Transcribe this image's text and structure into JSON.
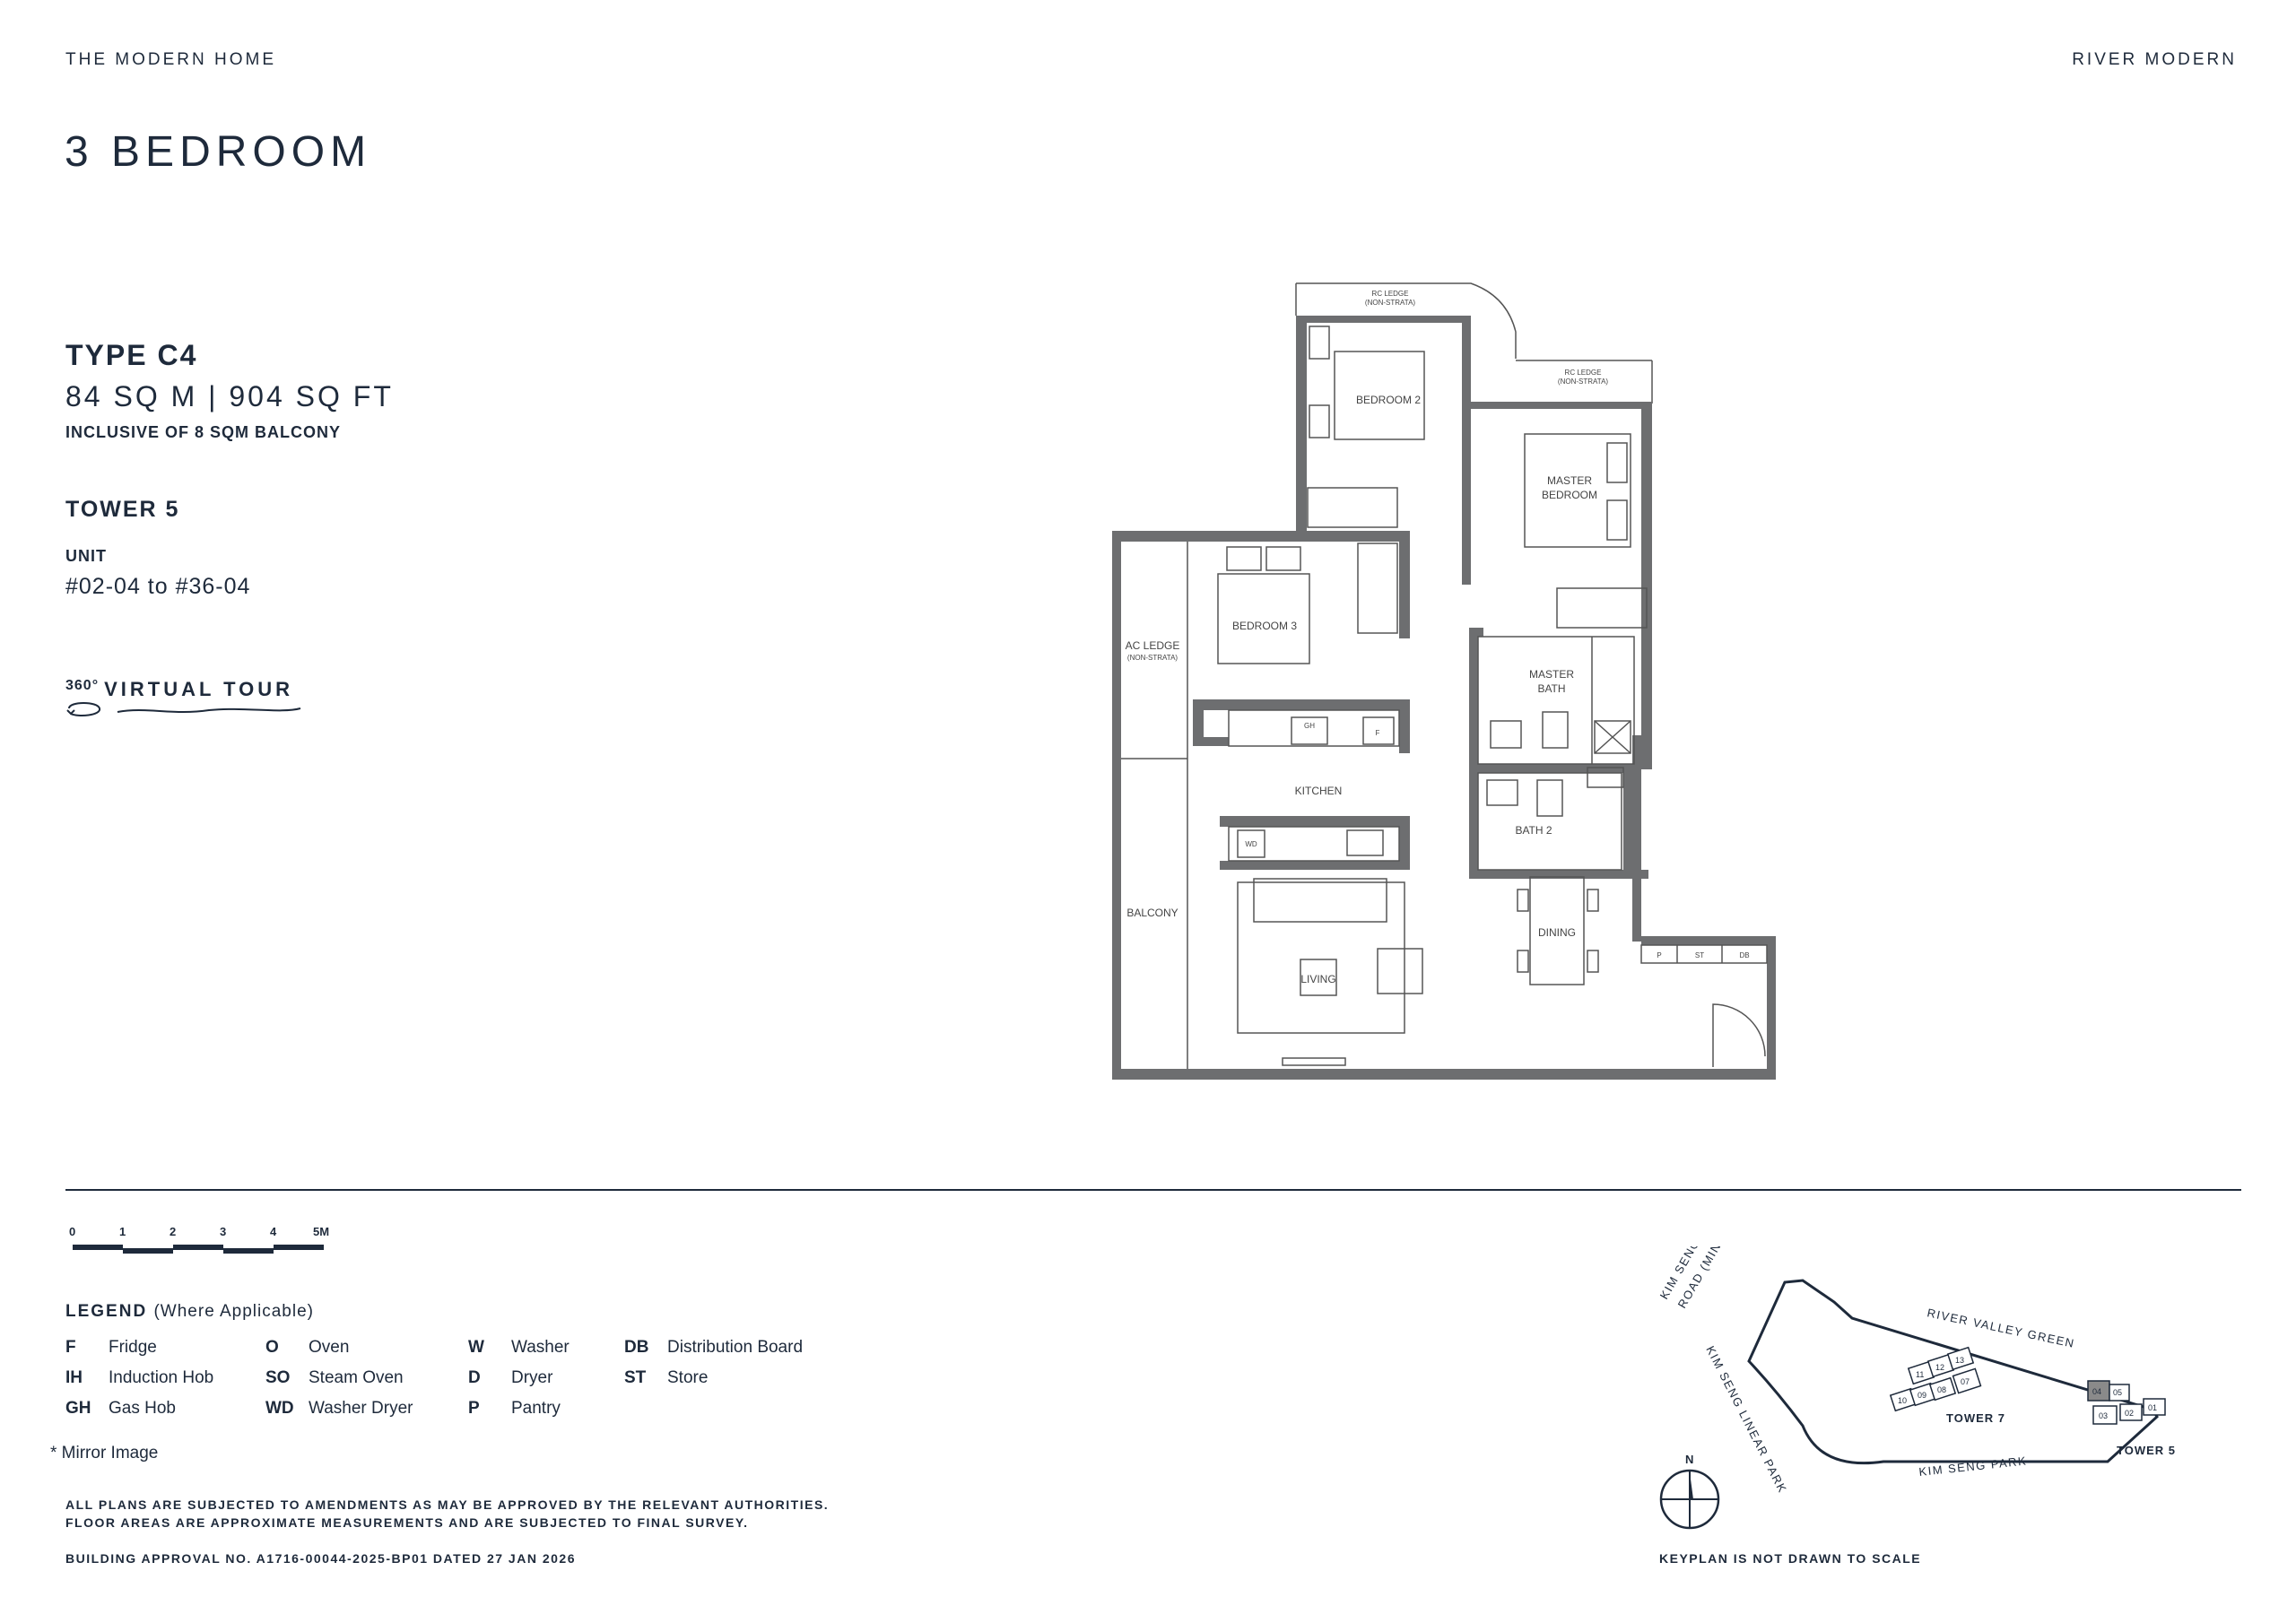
{
  "header": {
    "left_brand": "THE MODERN HOME",
    "right_brand": "RIVER MODERN"
  },
  "page_title": "3 BEDROOM",
  "unit_type": {
    "type": "TYPE C4",
    "area": "84 SQ M | 904 SQ FT",
    "note": "INCLUSIVE OF 8 SQM BALCONY",
    "tower": "TOWER 5",
    "unit_label": "UNIT",
    "unit_range": "#02-04 to #36-04"
  },
  "virtual_tour": {
    "degree": "360°",
    "label": "VIRTUAL TOUR"
  },
  "floor_plan": {
    "rooms": {
      "rc_ledge_1": "RC LEDGE",
      "rc_ledge_1_sub": "(NON-STRATA)",
      "rc_ledge_2": "RC LEDGE",
      "rc_ledge_2_sub": "(NON-STRATA)",
      "bedroom2": "BEDROOM 2",
      "master_bedroom_1": "MASTER",
      "master_bedroom_2": "BEDROOM",
      "bedroom3": "BEDROOM 3",
      "ac_ledge": "AC LEDGE",
      "ac_ledge_sub": "(NON-STRATA)",
      "master_bath_1": "MASTER",
      "master_bath_2": "BATH",
      "kitchen": "KITCHEN",
      "bath2": "BATH 2",
      "balcony": "BALCONY",
      "dining": "DINING",
      "living": "LIVING",
      "p": "P",
      "st": "ST",
      "db": "DB",
      "f": "F",
      "gh": "GH",
      "wd": "WD"
    }
  },
  "scale": {
    "ticks": [
      "0",
      "1",
      "2",
      "3",
      "4",
      "5M"
    ]
  },
  "legend": {
    "title": "LEGEND",
    "subtitle": "(Where Applicable)",
    "items": [
      {
        "code": "F",
        "label": "Fridge"
      },
      {
        "code": "IH",
        "label": "Induction Hob"
      },
      {
        "code": "GH",
        "label": "Gas Hob"
      },
      {
        "code": "O",
        "label": "Oven"
      },
      {
        "code": "SO",
        "label": "Steam Oven"
      },
      {
        "code": "WD",
        "label": "Washer Dryer"
      },
      {
        "code": "W",
        "label": "Washer"
      },
      {
        "code": "D",
        "label": "Dryer"
      },
      {
        "code": "P",
        "label": "Pantry"
      },
      {
        "code": "DB",
        "label": "Distribution Board"
      },
      {
        "code": "ST",
        "label": "Store"
      }
    ],
    "mirror_note": "* Mirror Image"
  },
  "disclaimer": {
    "line1": "ALL PLANS ARE SUBJECTED TO AMENDMENTS AS MAY BE APPROVED BY THE RELEVANT AUTHORITIES.",
    "line2": "FLOOR AREAS ARE APPROXIMATE MEASUREMENTS AND ARE SUBJECTED TO FINAL SURVEY.",
    "approval": "BUILDING APPROVAL NO. A1716-00044-2025-BP01 DATED 27 JAN 2026"
  },
  "keyplan": {
    "road1": "KIM SENG",
    "road2": "ROAD (MINOR)",
    "park_linear": "KIM SENG LINEAR PARK",
    "river_valley": "RIVER VALLEY GREEN",
    "kim_seng_park": "KIM SENG PARK",
    "tower7": "TOWER 7",
    "tower5": "TOWER 5",
    "north": "N",
    "note": "KEYPLAN IS NOT DRAWN TO SCALE",
    "stack_labels": [
      "11",
      "12",
      "13",
      "10",
      "09",
      "08",
      "07",
      "04",
      "05",
      "03",
      "02",
      "01"
    ]
  },
  "colors": {
    "text": "#1e2a3b",
    "wall": "#6d6e70",
    "highlight": "#8a8a8a"
  }
}
